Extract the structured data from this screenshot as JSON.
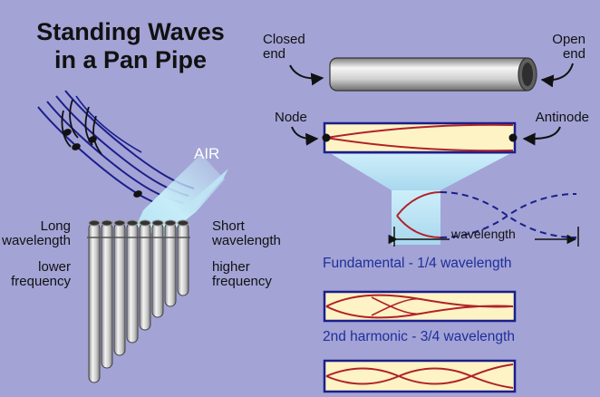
{
  "title": {
    "line1": "Standing Waves",
    "line2": "in a Pan Pipe"
  },
  "labels": {
    "closed_end": [
      "Closed",
      "end"
    ],
    "open_end": [
      "Open",
      "end"
    ],
    "node": "Node",
    "antinode": "Antinode",
    "air": "AIR",
    "wavelength": "wavelength",
    "long_wavelength": [
      "Long",
      "wavelength"
    ],
    "lower_frequency": [
      "lower",
      "frequency"
    ],
    "short_wavelength": [
      "Short",
      "wavelength"
    ],
    "higher_frequency": [
      "higher",
      "frequency"
    ],
    "fundamental": "Fundamental - 1/4 wavelength",
    "second_harmonic": "2nd harmonic - 3/4 wavelength"
  },
  "colors": {
    "background": "#a3a3d6",
    "tube_fill": "#fdf3c4",
    "tube_border": "#1a1f8a",
    "wave": "#b0222a",
    "caption_blue": "#1f2f9a",
    "air_stream": "#bfe6f5"
  },
  "icons": [
    "pan-pipe-icon",
    "staff-notes-icon",
    "pipe-cylinder-icon"
  ]
}
